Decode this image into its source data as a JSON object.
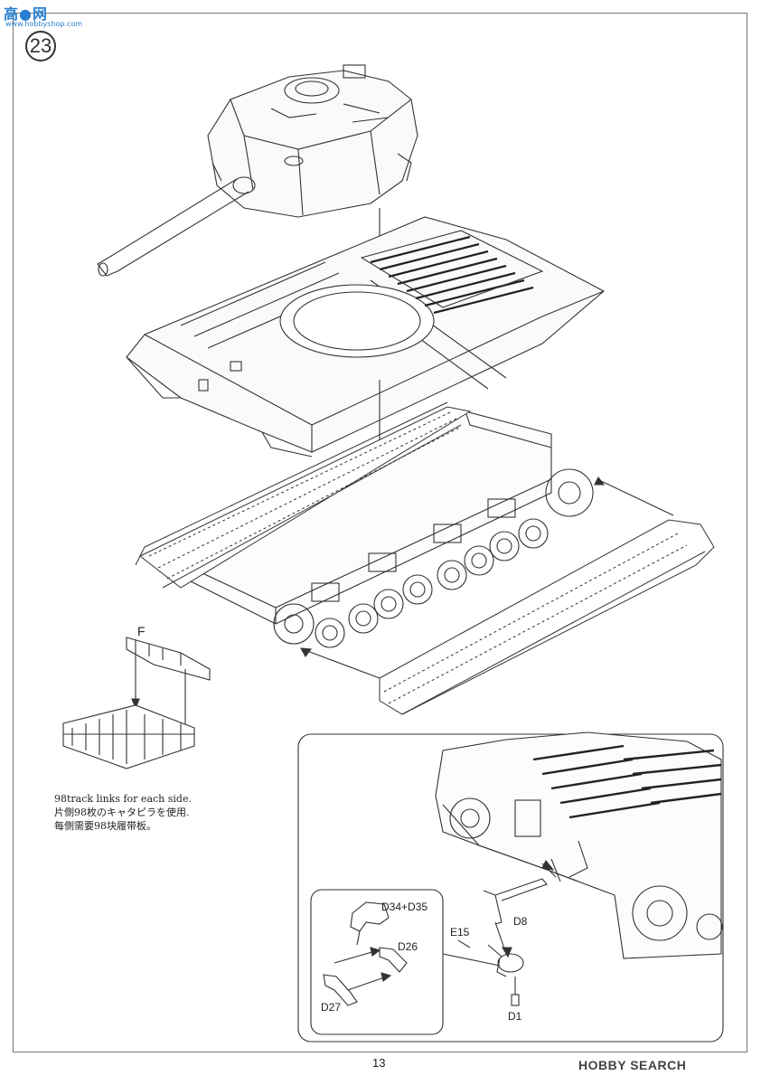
{
  "header": {
    "logo_text": "高●网",
    "logo_url": "www.hobbyshop.com",
    "step_number": "23"
  },
  "labels": {
    "track_part": "F",
    "d34_d35": "D34+D35",
    "d26": "D26",
    "d27": "D27",
    "e15": "E15",
    "d8": "D8",
    "d1": "D1"
  },
  "note": {
    "line_en": "98track links for each side.",
    "line_ja": "片側98枚のキャタピラを使用.",
    "line_zh": "每側需要98块履带板。"
  },
  "footer": {
    "page_number": "13",
    "watermark": "HOBBY SEARCH"
  }
}
